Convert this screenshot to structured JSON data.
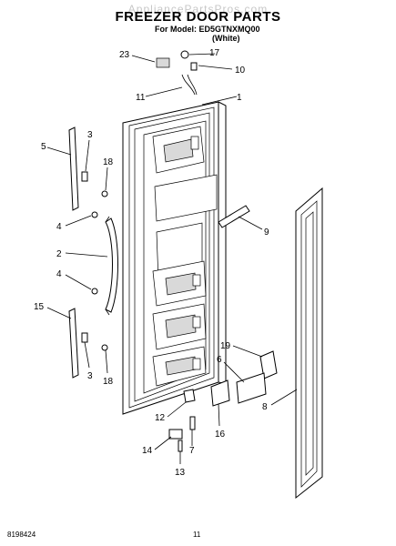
{
  "header": {
    "watermark": "AppliancePartsPros.com",
    "title": "FREEZER DOOR PARTS",
    "model_line": "For Model: ED5GTNXMQ00",
    "color_line": "(White)"
  },
  "footer": {
    "doc_number": "8198424",
    "page_number": "11"
  },
  "callouts": {
    "c23": "23",
    "c17": "17",
    "c10": "10",
    "c11": "11",
    "c1": "1",
    "c5": "5",
    "c3a": "3",
    "c18a": "18",
    "c4a": "4",
    "c9": "9",
    "c2": "2",
    "c4b": "4",
    "c15": "15",
    "c3b": "3",
    "c18b": "18",
    "c19": "19",
    "c6": "6",
    "c8": "8",
    "c12": "12",
    "c16": "16",
    "c14": "14",
    "c7": "7",
    "c13": "13"
  }
}
